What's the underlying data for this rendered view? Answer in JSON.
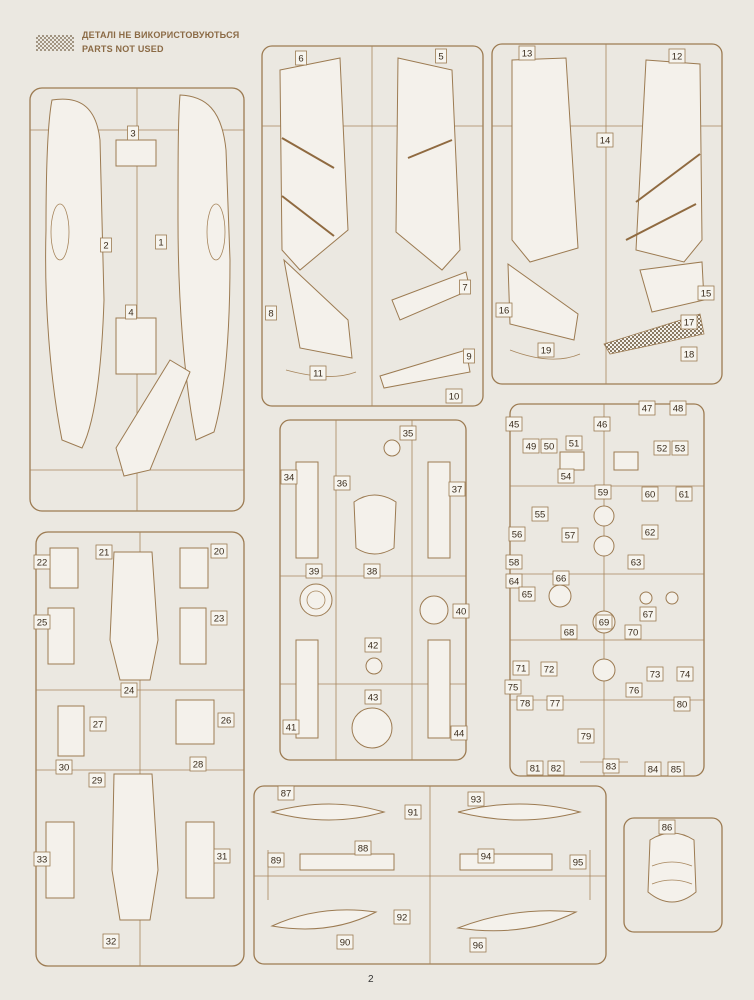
{
  "legend": {
    "line1": "ДЕТАЛІ НЕ ВИКОРИСТОВУЮТЬСЯ",
    "line2": "PARTS NOT USED"
  },
  "page_number": "2",
  "part_numbers": [
    "1",
    "2",
    "3",
    "4",
    "5",
    "6",
    "7",
    "8",
    "9",
    "10",
    "11",
    "12",
    "13",
    "14",
    "15",
    "16",
    "17",
    "18",
    "19",
    "20",
    "21",
    "22",
    "23",
    "24",
    "25",
    "26",
    "27",
    "28",
    "29",
    "30",
    "31",
    "32",
    "33",
    "34",
    "35",
    "36",
    "37",
    "38",
    "39",
    "40",
    "41",
    "42",
    "43",
    "44",
    "45",
    "46",
    "47",
    "48",
    "49",
    "50",
    "51",
    "52",
    "53",
    "54",
    "55",
    "56",
    "57",
    "58",
    "59",
    "60",
    "61",
    "62",
    "63",
    "64",
    "65",
    "66",
    "67",
    "68",
    "69",
    "70",
    "71",
    "72",
    "73",
    "74",
    "75",
    "76",
    "77",
    "78",
    "79",
    "80",
    "81",
    "82",
    "83",
    "84",
    "85",
    "86",
    "87",
    "88",
    "89",
    "90",
    "91",
    "92",
    "93",
    "94",
    "95",
    "96"
  ]
}
